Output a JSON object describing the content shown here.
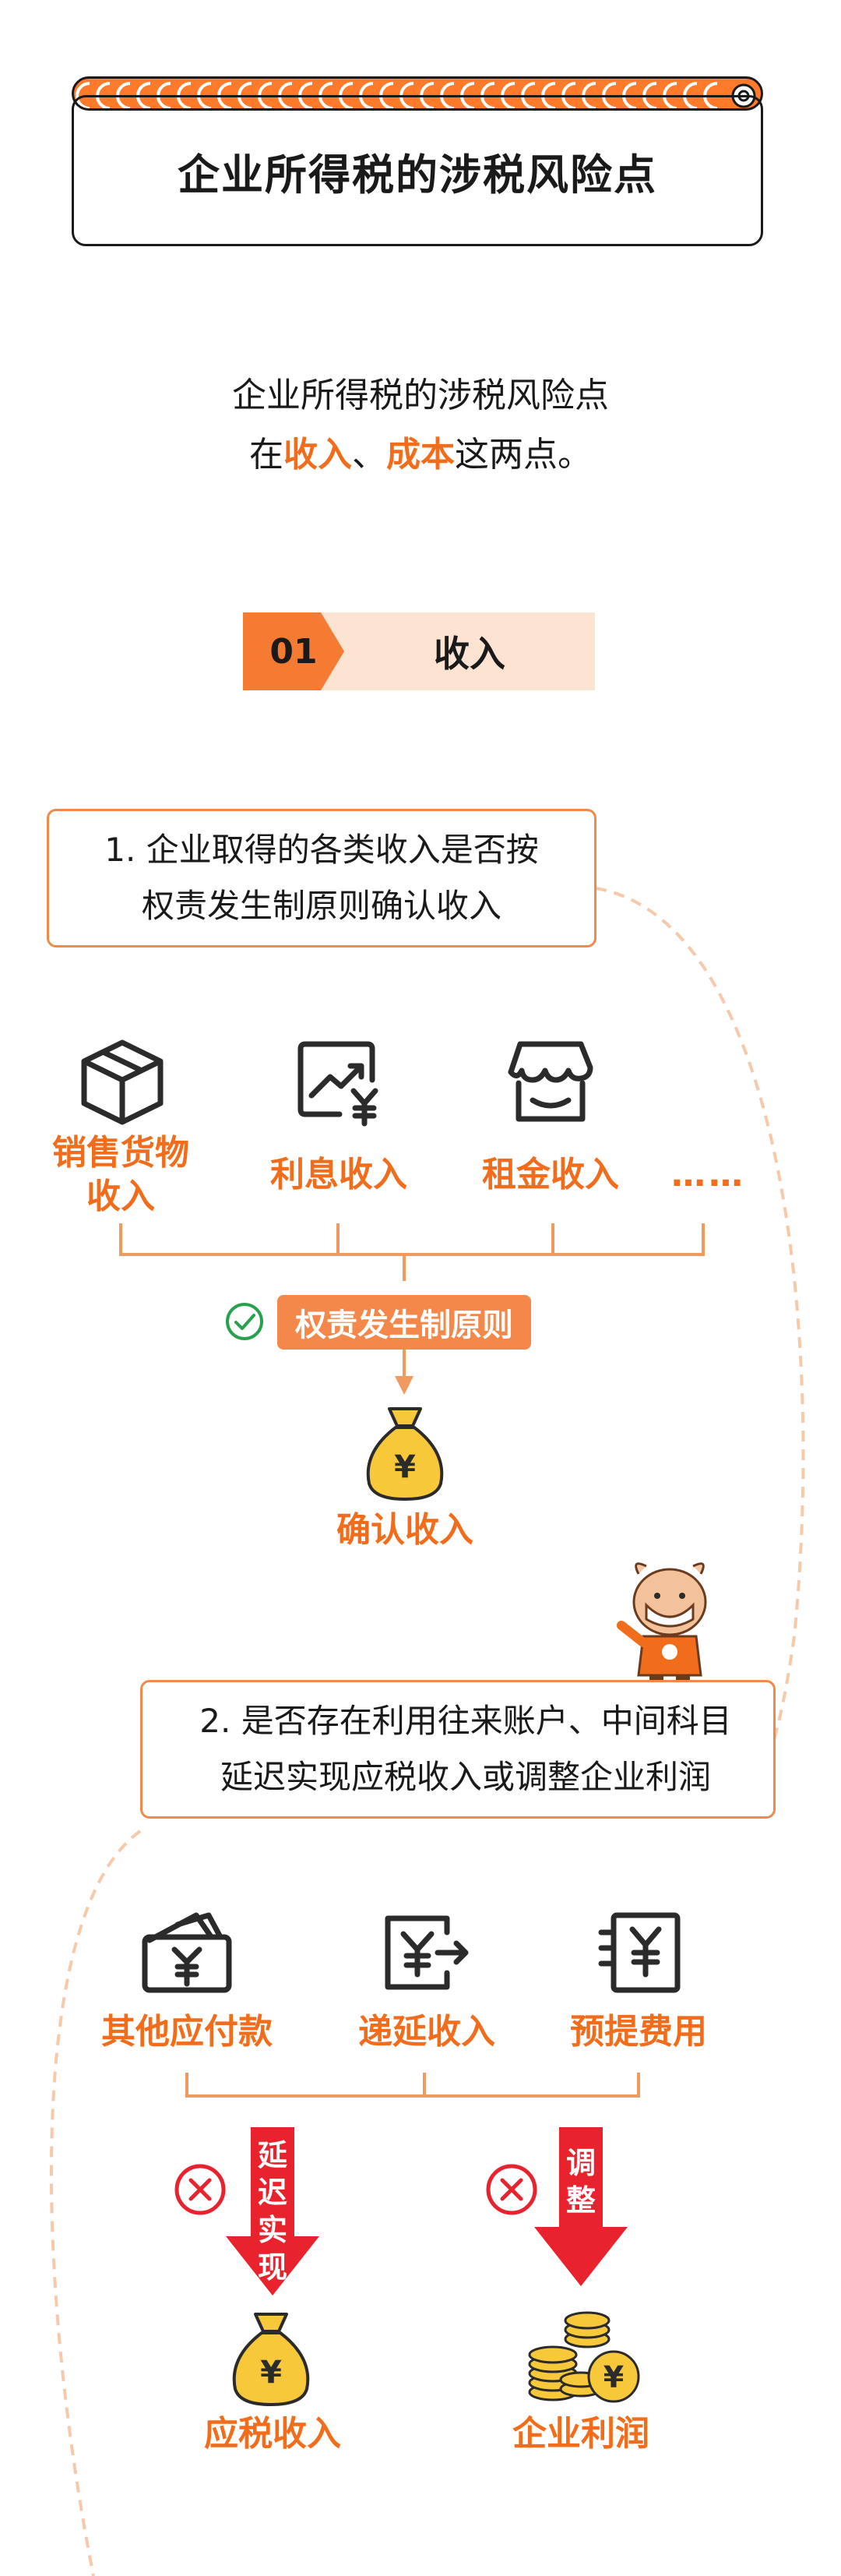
{
  "header": {
    "title": "企业所得税的涉税风险点"
  },
  "intro": {
    "line1": "企业所得税的涉税风险点",
    "line2_prefix": "在",
    "kw1": "收入",
    "sep": "、",
    "kw2": "成本",
    "line2_suffix": "这两点。"
  },
  "section": {
    "number": "01",
    "label": "收入"
  },
  "point1": {
    "line1": "1. 企业取得的各类收入是否按",
    "line2": "权责发生制原则确认收入",
    "items": [
      {
        "label_l1": "销售货物",
        "label_l2": "收入",
        "icon": "box-icon"
      },
      {
        "label_l1": "利息收入",
        "label_l2": "",
        "icon": "chart-yen-icon"
      },
      {
        "label_l1": "租金收入",
        "label_l2": "",
        "icon": "storefront-icon"
      },
      {
        "label_l1": "……",
        "label_l2": "",
        "icon": ""
      }
    ],
    "principle": "权责发生制原则",
    "result": "确认收入"
  },
  "point2": {
    "line1": "2. 是否存在利用往来账户、中间科目",
    "line2": "延迟实现应税收入或调整企业利润",
    "items": [
      {
        "label": "其他应付款",
        "icon": "wallet-yen-icon"
      },
      {
        "label": "递延收入",
        "icon": "yen-export-icon"
      },
      {
        "label": "预提费用",
        "icon": "yen-document-icon"
      }
    ],
    "arrow_left": [
      "延",
      "迟",
      "实",
      "现"
    ],
    "arrow_right": [
      "调",
      "整"
    ],
    "result_left": "应税收入",
    "result_right": "企业利润"
  },
  "colors": {
    "accent": "#f26d1b",
    "tag_bg": "#fde3d2",
    "arrow_red": "#e8232d",
    "coin": "#f6c83a"
  }
}
